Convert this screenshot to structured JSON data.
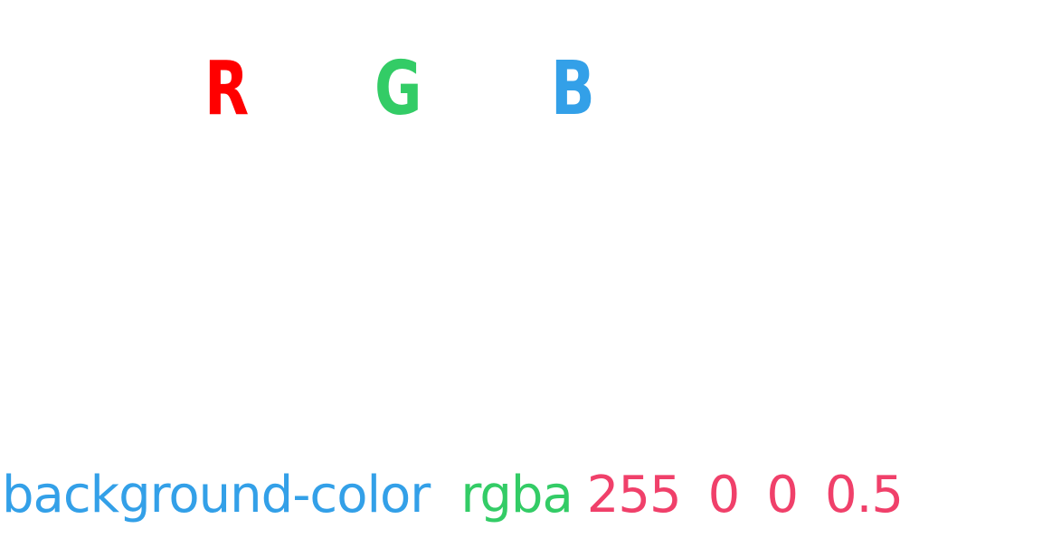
{
  "channels": {
    "r": {
      "label": "R",
      "color": "#ff0000"
    },
    "g": {
      "label": "G",
      "color": "#33cc66"
    },
    "b": {
      "label": "B",
      "color": "#33a0e8"
    }
  },
  "code": {
    "property": "background-color",
    "function": "rgba",
    "values": [
      "255",
      "0",
      "0",
      "0.5"
    ],
    "colors": {
      "property": "#33a0e8",
      "function": "#33cc66",
      "values": "#f0406a"
    }
  }
}
